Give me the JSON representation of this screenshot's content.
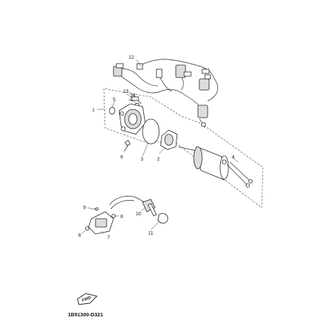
{
  "diagram": {
    "code": "1B91300-D321",
    "fwd_label": "FWD",
    "callouts": [
      {
        "id": "c1",
        "text": "1"
      },
      {
        "id": "c2",
        "text": "2"
      },
      {
        "id": "c3",
        "text": "3"
      },
      {
        "id": "c4",
        "text": "4"
      },
      {
        "id": "c5",
        "text": "5"
      },
      {
        "id": "c6",
        "text": "6"
      },
      {
        "id": "c7",
        "text": "7"
      },
      {
        "id": "c8a",
        "text": "8"
      },
      {
        "id": "c8b",
        "text": "8"
      },
      {
        "id": "c9",
        "text": "9"
      },
      {
        "id": "c10",
        "text": "10"
      },
      {
        "id": "c11",
        "text": "11"
      },
      {
        "id": "c12",
        "text": "12"
      },
      {
        "id": "c13",
        "text": "13"
      },
      {
        "id": "c14",
        "text": "14"
      }
    ]
  }
}
